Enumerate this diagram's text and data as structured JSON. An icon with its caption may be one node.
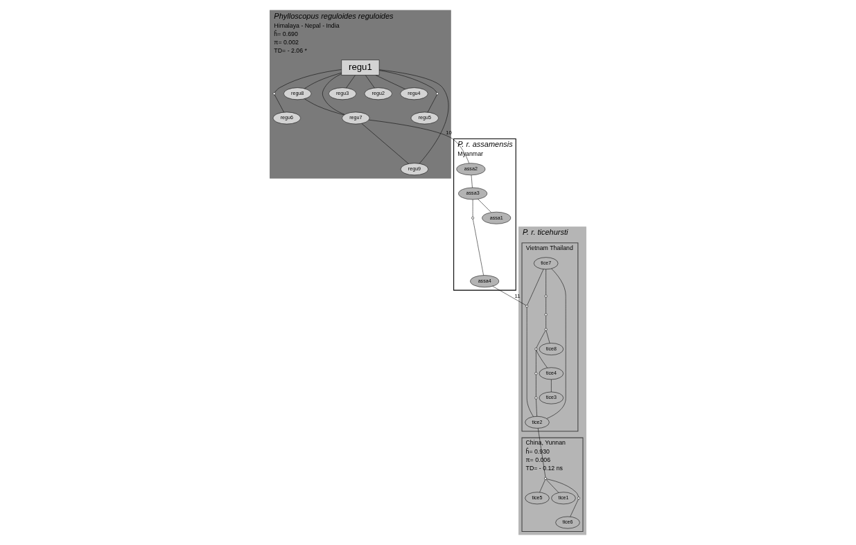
{
  "diagram": {
    "nodes": [
      {
        "text": [
          "Phylloscopus reguloides reguloides",
          "Himalaya - Nepal - India",
          "ĥ= 0.690",
          "π= 0.002",
          "TD= - 2.06 *"
        ]
      },
      {
        "text": [
          "regu1"
        ],
        "in": 0
      },
      {
        "text": [
          "regu8"
        ],
        "in": 0
      },
      {
        "text": [],
        "shape": "circle",
        "in": 0
      },
      {
        "text": [],
        "shape": "circle",
        "in": 0
      },
      {
        "text": [
          "regu3"
        ],
        "in": 0
      },
      {
        "text": [
          "regu2"
        ],
        "in": 0
      },
      {
        "text": [
          "regu4"
        ],
        "in": 0
      },
      {
        "text": [
          "regu7"
        ],
        "in": 0
      },
      {
        "text": [
          "regu9"
        ],
        "in": 0
      },
      {
        "text": [
          "regu6"
        ],
        "in": 0
      },
      {
        "text": [
          "regu5"
        ],
        "in": 0
      },
      {
        "text": [
          "P. r. assamensis",
          "Myanmar"
        ]
      },
      {
        "text": [
          "assa2"
        ],
        "in": 12
      },
      {
        "text": [
          "assa3"
        ],
        "in": 12
      },
      {
        "text": [],
        "shape": "circle",
        "in": 12
      },
      {
        "text": [
          "assa1"
        ],
        "in": 12
      },
      {
        "text": [
          "assa4"
        ],
        "in": 12
      },
      {
        "text": [
          "P. r. ticehursti"
        ]
      },
      {
        "text": [
          "Vietnam Thailand"
        ],
        "in": 18
      },
      {
        "text": [],
        "shape": "circle",
        "in": 19
      },
      {
        "text": [
          "tice7"
        ],
        "in": 19
      },
      {
        "text": [
          "tice2"
        ],
        "in": 19
      },
      {
        "text": [],
        "shape": "circle",
        "in": 19
      },
      {
        "text": [],
        "shape": "circle",
        "in": 19
      },
      {
        "text": [],
        "shape": "circle",
        "in": 19
      },
      {
        "text": [
          "tice8"
        ],
        "in": 19
      },
      {
        "text": [],
        "shape": "circle",
        "in": 19
      },
      {
        "text": [
          "tice4"
        ],
        "in": 19
      },
      {
        "text": [],
        "shape": "circle",
        "in": 19
      },
      {
        "text": [],
        "shape": "circle",
        "in": 19
      },
      {
        "text": [
          "tice3"
        ],
        "in": 19
      },
      {
        "text": [
          "China, Yunnan",
          "ĥ= 0.930",
          "π= 0.006",
          "TD= - 0.12 ns"
        ],
        "in": 18
      },
      {
        "text": [
          "tice5"
        ],
        "in": 32
      },
      {
        "text": [],
        "shape": "circle",
        "in": 32
      },
      {
        "text": [
          "tice1"
        ],
        "in": 32
      },
      {
        "text": [],
        "shape": "circle",
        "in": 32
      },
      {
        "text": [
          "tice6"
        ],
        "in": 32
      }
    ],
    "edges": [
      {
        "from": 1,
        "to": 2,
        "arrow": "none"
      },
      {
        "from": 1,
        "to": 3,
        "arrow": "none"
      },
      {
        "from": 1,
        "to": 4,
        "arrow": "none"
      },
      {
        "from": 1,
        "to": 5,
        "arrow": "none"
      },
      {
        "from": 1,
        "to": 6,
        "arrow": "none"
      },
      {
        "from": 1,
        "to": 7,
        "arrow": "none"
      },
      {
        "from": 1,
        "to": 8,
        "arrow": "none"
      },
      {
        "from": 1,
        "to": 9,
        "arrow": "none"
      },
      {
        "from": 2,
        "to": 8,
        "arrow": "none"
      },
      {
        "from": 8,
        "to": 9,
        "arrow": "none"
      },
      {
        "from": 3,
        "to": 10,
        "arrow": "none"
      },
      {
        "from": 4,
        "to": 11,
        "arrow": "none"
      },
      {
        "from": 8,
        "to": 13,
        "arrow": "none",
        "label": "10"
      },
      {
        "from": 13,
        "to": 14,
        "arrow": "none"
      },
      {
        "from": 14,
        "to": 15,
        "arrow": "none"
      },
      {
        "from": 14,
        "to": 16,
        "arrow": "none"
      },
      {
        "from": 15,
        "to": 17,
        "arrow": "none"
      },
      {
        "from": 17,
        "to": 20,
        "arrow": "none",
        "label": "11"
      },
      {
        "from": 21,
        "to": 20,
        "arrow": "none"
      },
      {
        "from": 20,
        "to": 22,
        "arrow": "none"
      },
      {
        "from": 21,
        "to": 22,
        "arrow": "none"
      },
      {
        "from": 22,
        "to": 34,
        "arrow": "none"
      },
      {
        "from": 34,
        "to": 33,
        "arrow": "none"
      },
      {
        "from": 34,
        "to": 35,
        "arrow": "none"
      },
      {
        "from": 34,
        "to": 36,
        "arrow": "none"
      },
      {
        "from": 36,
        "to": 37,
        "arrow": "none"
      },
      {
        "from": 21,
        "to": 23,
        "arrow": "none"
      },
      {
        "from": 23,
        "to": 24,
        "arrow": "none"
      },
      {
        "from": 24,
        "to": 25,
        "arrow": "none"
      },
      {
        "from": 25,
        "to": 26,
        "arrow": "none"
      },
      {
        "from": 25,
        "to": 27,
        "arrow": "none"
      },
      {
        "from": 27,
        "to": 28,
        "arrow": "none"
      },
      {
        "from": 27,
        "to": 29,
        "arrow": "none"
      },
      {
        "from": 29,
        "to": 30,
        "arrow": "none"
      },
      {
        "from": 30,
        "to": 22,
        "arrow": "none"
      },
      {
        "from": 28,
        "to": 31,
        "arrow": "none"
      }
    ]
  }
}
